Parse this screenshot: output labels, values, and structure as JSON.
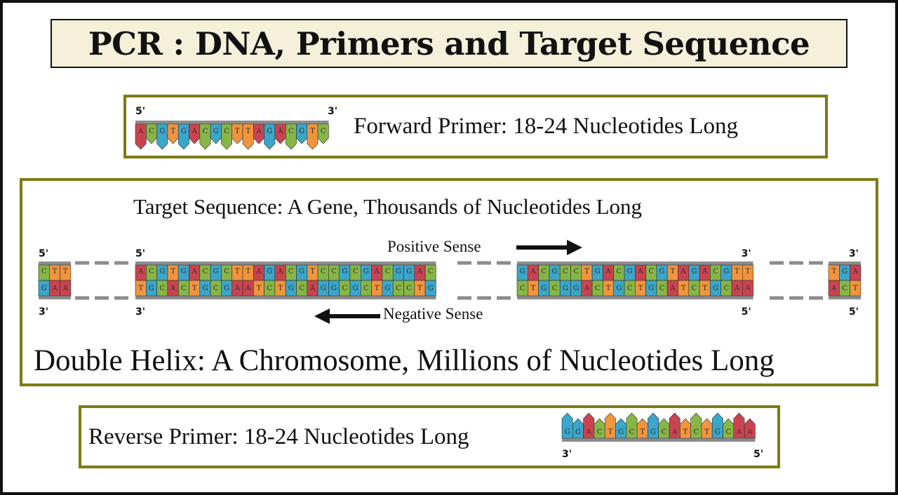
{
  "title": "PCR : DNA, Primers and Target Sequence",
  "forward_primer": {
    "label": "Forward Primer: 18-24 Nucleotides Long",
    "end_left": "5'",
    "end_right": "3'",
    "bases": [
      "A",
      "C",
      "G",
      "T",
      "G",
      "A",
      "C",
      "G",
      "C",
      "T",
      "T",
      "A",
      "G",
      "A",
      "C",
      "G",
      "T",
      "C"
    ]
  },
  "target": {
    "label": "Target Sequence: A Gene, Thousands of Nucleotides Long",
    "positive_sense": "Positive Sense",
    "negative_sense": "Negative Sense",
    "caption": "Double Helix: A Chromosome, Millions of Nucleotides Long",
    "segments": [
      {
        "top": [
          "C",
          "T",
          "T"
        ],
        "bottom": [
          "G",
          "A",
          "A"
        ],
        "end_top": "5'",
        "end_bottom": "3'"
      },
      {
        "top": [
          "A",
          "C",
          "G",
          "T",
          "G",
          "A",
          "C",
          "G",
          "C",
          "T",
          "T",
          "A",
          "G",
          "A",
          "C",
          "G",
          "T",
          "C",
          "C",
          "G",
          "C",
          "G",
          "A",
          "C",
          "G",
          "G",
          "A",
          "C"
        ],
        "bottom": [
          "T",
          "G",
          "C",
          "A",
          "C",
          "T",
          "G",
          "C",
          "G",
          "A",
          "A",
          "T",
          "C",
          "T",
          "G",
          "C",
          "A",
          "G",
          "G",
          "C",
          "G",
          "C",
          "T",
          "G",
          "C",
          "C",
          "T",
          "G"
        ],
        "end_top": "5'",
        "end_bottom": "3'"
      },
      {
        "top": [
          "G",
          "A",
          "C",
          "G",
          "C",
          "C",
          "T",
          "G",
          "A",
          "C",
          "G",
          "A",
          "C",
          "G",
          "T",
          "A",
          "G",
          "A",
          "C",
          "G",
          "T",
          "T"
        ],
        "bottom": [
          "C",
          "T",
          "G",
          "C",
          "G",
          "G",
          "A",
          "C",
          "T",
          "G",
          "C",
          "T",
          "G",
          "C",
          "A",
          "T",
          "C",
          "T",
          "G",
          "C",
          "A",
          "A"
        ],
        "end_top": "3'",
        "end_bottom": "5'"
      },
      {
        "top": [
          "T",
          "G",
          "A"
        ],
        "bottom": [
          "A",
          "C",
          "T"
        ],
        "end_top": "3'",
        "end_bottom": "5'"
      }
    ]
  },
  "reverse_primer": {
    "label": "Reverse Primer: 18-24 Nucleotides Long",
    "end_left": "3'",
    "end_right": "5'",
    "bases": [
      "G",
      "G",
      "A",
      "C",
      "T",
      "G",
      "C",
      "T",
      "G",
      "C",
      "A",
      "T",
      "C",
      "T",
      "G",
      "C",
      "A",
      "A"
    ]
  },
  "base_colors": {
    "A": "#c94451",
    "C": "#86b646",
    "G": "#3aa6c9",
    "T": "#f0953d"
  },
  "backbone_color": "#8c8c8c",
  "box_border_color": "#7e7a15"
}
